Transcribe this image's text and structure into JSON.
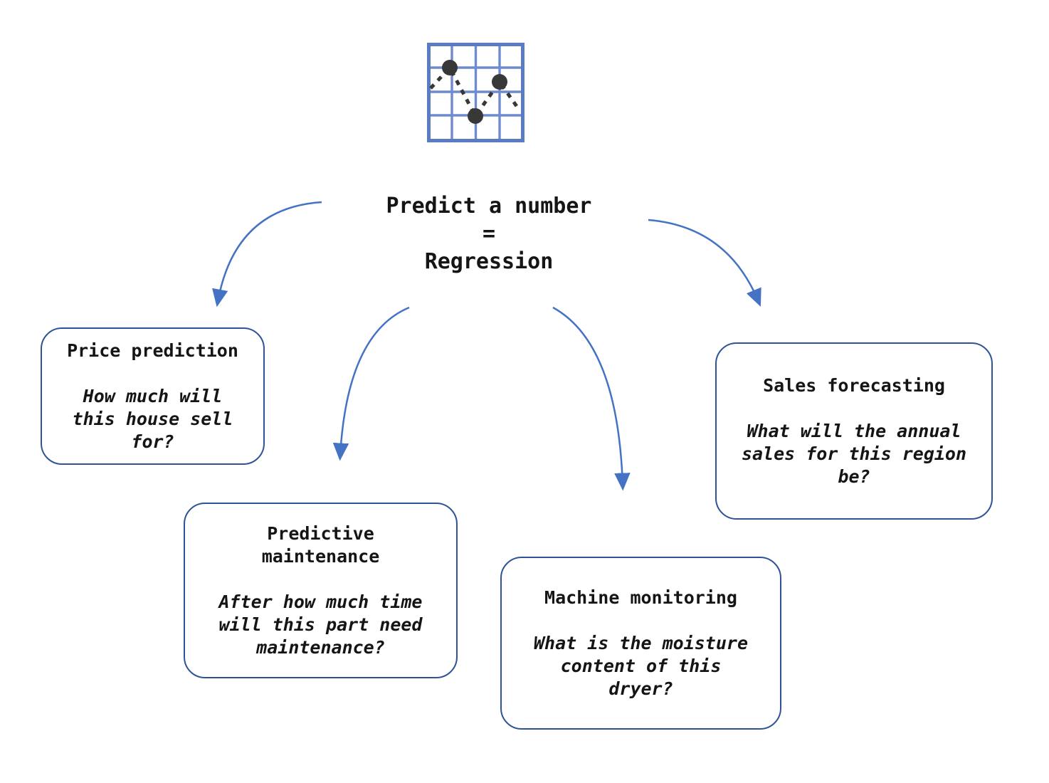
{
  "colors": {
    "arrow_blue": "#4472C4",
    "box_border": "#2F5496",
    "icon_frame": "#5B7CC4",
    "icon_grid": "#6E8BD0",
    "icon_dot": "#383838",
    "text_dark": "#151515"
  },
  "icon": {
    "name": "line-chart-grid-icon",
    "description": "4x4 grid with three dark data points connected by a dashed zigzag line"
  },
  "title": {
    "text": "Predict a number\n=\nRegression"
  },
  "boxes": [
    {
      "id": "price-prediction",
      "title": "Price prediction",
      "question": "How much will\nthis house sell\nfor?"
    },
    {
      "id": "predictive-maintenance",
      "title": "Predictive\nmaintenance",
      "question": "After how much time\nwill this part need\nmaintenance?"
    },
    {
      "id": "machine-monitoring",
      "title": "Machine monitoring",
      "question": "What is the moisture\ncontent of this\ndryer?"
    },
    {
      "id": "sales-forecasting",
      "title": "Sales forecasting",
      "question": "What will the annual\nsales for this region\nbe?"
    }
  ]
}
